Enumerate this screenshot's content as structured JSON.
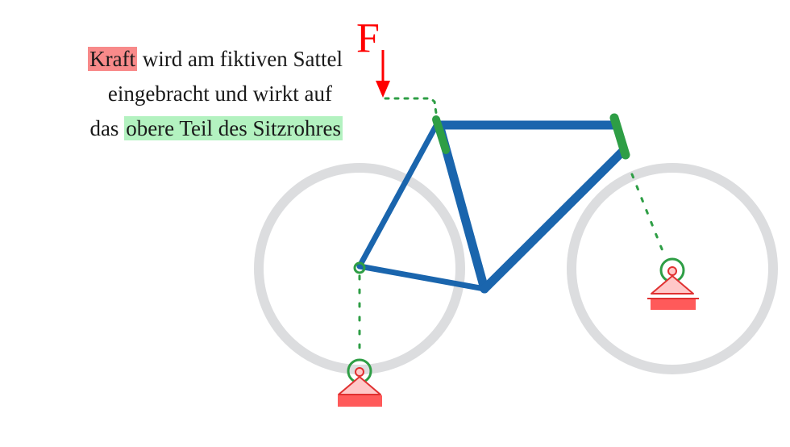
{
  "caption": {
    "line1_highlight": "Kraft",
    "line1_rest": " wird am fiktiven Sattel",
    "line2": "eingebracht und wirkt auf",
    "line3_prefix": "das ",
    "line3_highlight": "obere Teil des Sitzrohres"
  },
  "force": {
    "label": "F"
  },
  "colors": {
    "frame": "#1a65ad",
    "wheel": "#dcdddf",
    "highlight_green": "#2e9e45",
    "force_red": "#ff0000",
    "support_red": "#ff5a5a",
    "support_fill": "#ffc8c8",
    "caption_red_bg": "#f88a8a",
    "caption_green_bg": "#b3f2c0"
  },
  "diagram": {
    "elements": [
      "rear-wheel",
      "front-wheel",
      "bicycle-frame",
      "seat-tube-top-highlight",
      "head-tube-highlight",
      "force-arrow",
      "rear-support",
      "front-support"
    ]
  }
}
